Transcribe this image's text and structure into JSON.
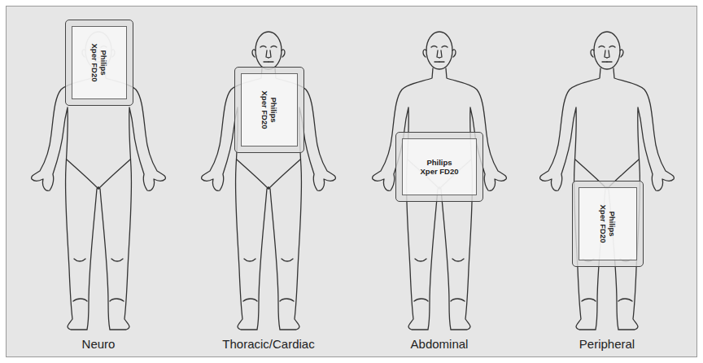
{
  "diagram": {
    "nodes": [
      {
        "text": [
          "Philips Xper FD20"
        ]
      },
      {
        "text": [
          "Philips Xper FD20"
        ]
      },
      {
        "text": [
          "Philips Xper FD20"
        ]
      },
      {
        "text": [
          "Philips Xper FD20"
        ]
      }
    ],
    "labels": [
      "Neuro",
      "Thoracic/Cardiac",
      "Abdominal",
      "Peripheral"
    ]
  }
}
